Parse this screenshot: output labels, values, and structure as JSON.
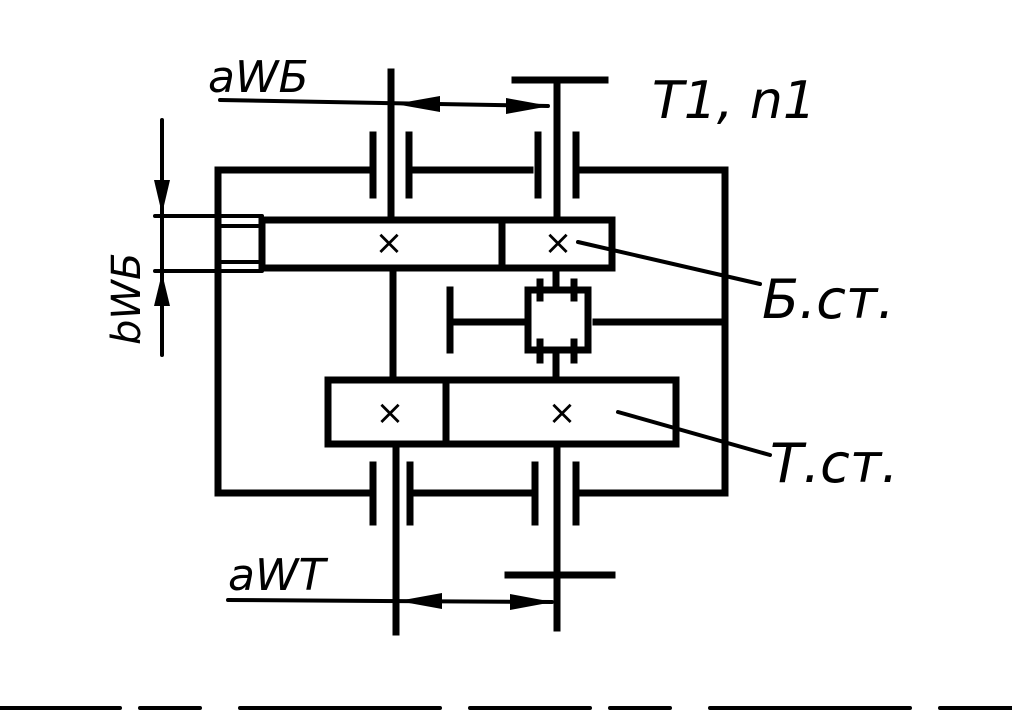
{
  "diagram": {
    "labels": {
      "aw_fast": "aWБ",
      "aw_slow": "aWT",
      "bw_fast": "bWБ",
      "input": "T1, n1",
      "fast_stage": "Б.ст.",
      "slow_stage": "Т.ст."
    },
    "gear_marks": [
      "×",
      "×",
      "×",
      "×"
    ]
  }
}
